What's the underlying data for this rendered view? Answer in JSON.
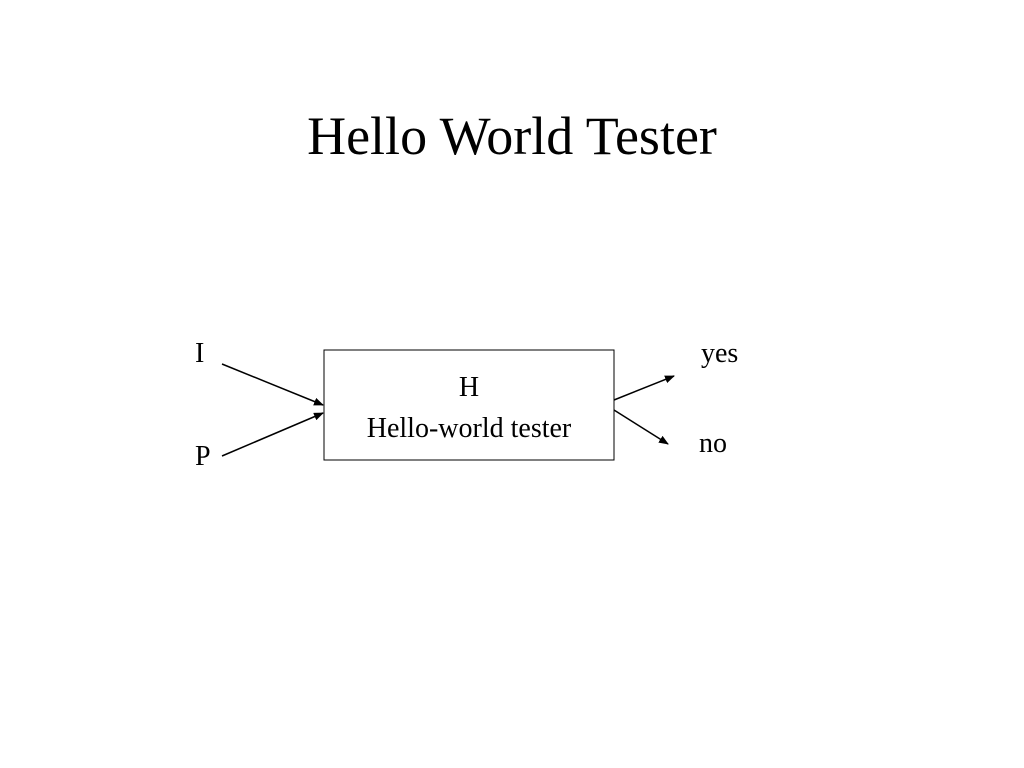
{
  "title": "Hello World Tester",
  "diagram": {
    "inputs": [
      {
        "label": "I"
      },
      {
        "label": "P"
      }
    ],
    "box": {
      "symbol": "H",
      "name": "Hello-world tester"
    },
    "outputs": [
      {
        "label": "yes"
      },
      {
        "label": "no"
      }
    ]
  }
}
